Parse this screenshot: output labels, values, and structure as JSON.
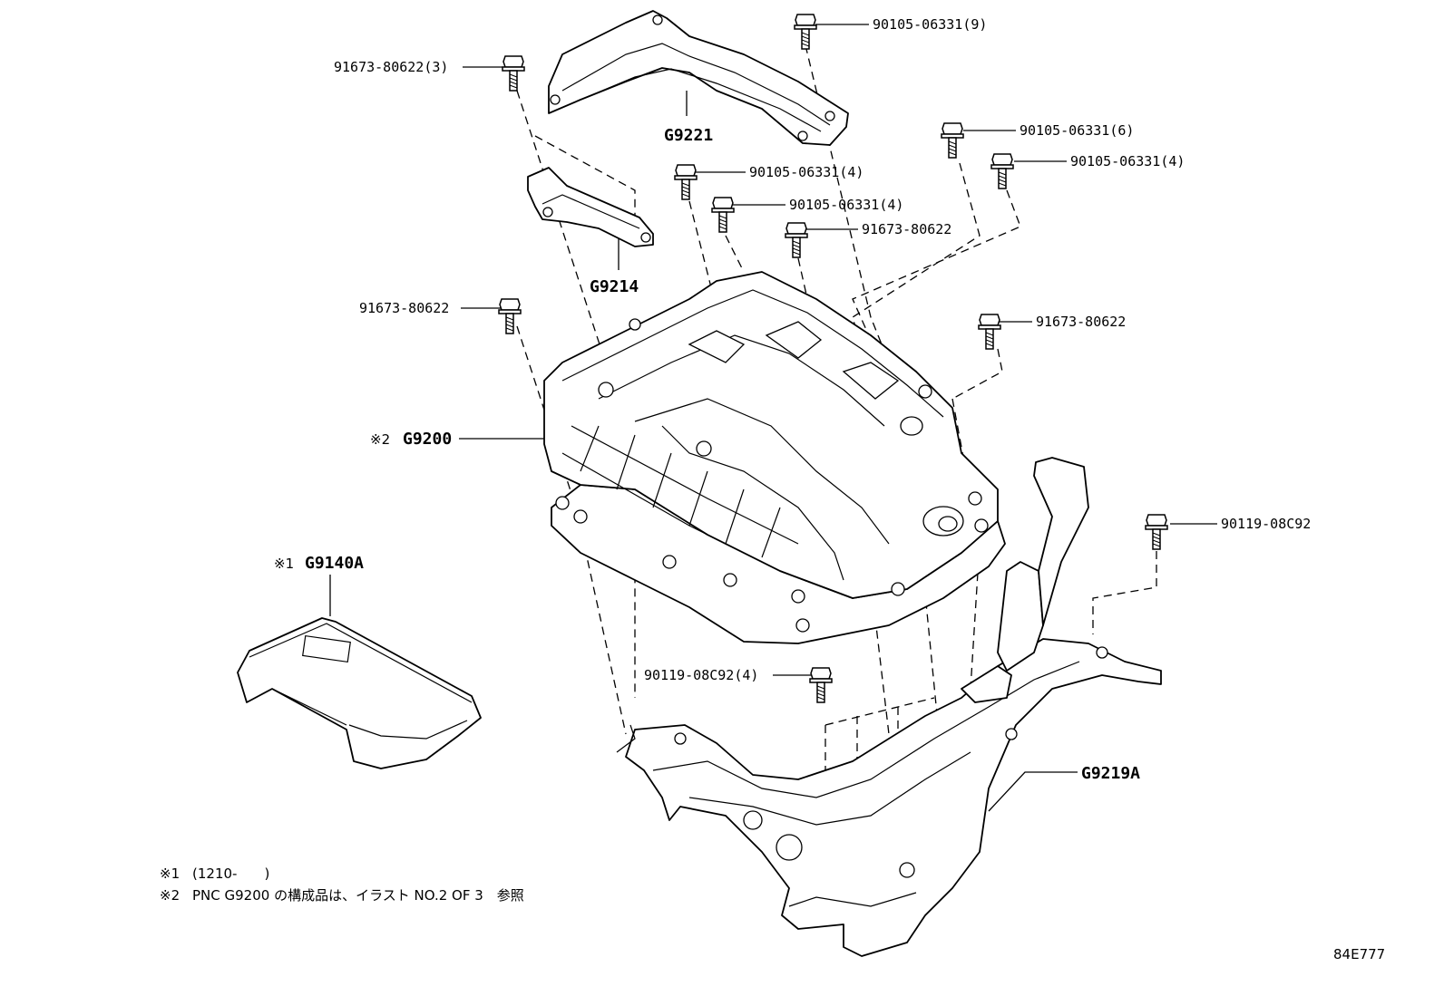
{
  "parts": {
    "bolt_9": "90105-06331(9)",
    "bolt_3": "91673-80622(3)",
    "bolt_6": "90105-06331(6)",
    "bolt_4a": "90105-06331(4)",
    "bolt_4b": "90105-06331(4)",
    "bolt_4c": "90105-06331(4)",
    "bolt_91673_a": "91673-80622",
    "bolt_91673_b": "91673-80622",
    "bolt_91673_c": "91673-80622",
    "bolt_90119": "90119-08C92",
    "bolt_90119_4": "90119-08C92(4)",
    "g9221": "G9221",
    "g9214": "G9214",
    "g9200": "G9200",
    "g9200_mark": "※2",
    "g9140a": "G9140A",
    "g9140a_mark": "※1",
    "g9219a": "G9219A"
  },
  "notes": {
    "note1_mark": "※1",
    "note1_text": "(1210-　　)",
    "note2_mark": "※2",
    "note2_text": "PNC G9200 の構成品は、イラスト NO.2 OF 3　参照"
  },
  "figure_id": "84E777"
}
